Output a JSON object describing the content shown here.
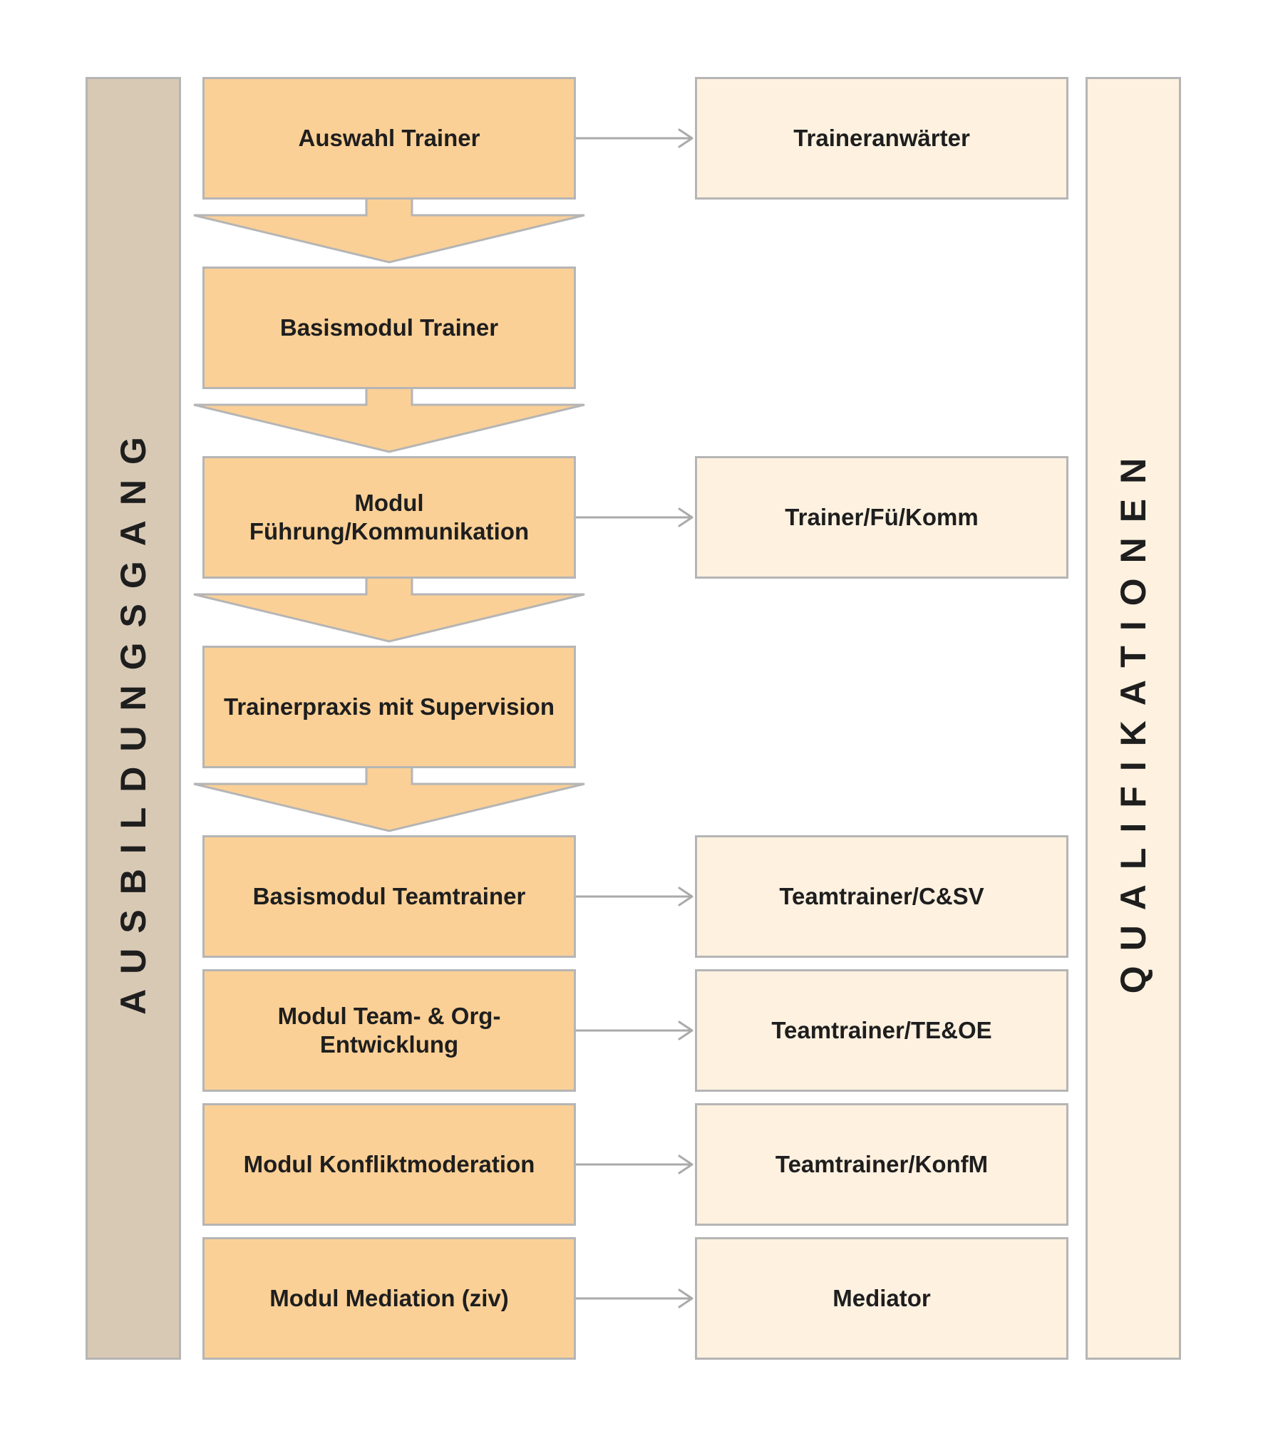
{
  "left_label": "AUSBILDUNGSGANG",
  "right_label": "QUALIFIKATIONEN",
  "colors": {
    "module_fill": "#fbd096",
    "qualification_fill": "#fff1e0",
    "left_bar_fill": "#d8c9b5",
    "border": "#b5b5b5",
    "connector": "#aaaaaa"
  },
  "modules": [
    {
      "lines": [
        "Auswahl Trainer"
      ]
    },
    {
      "lines": [
        "Basismodul Trainer"
      ]
    },
    {
      "lines": [
        "Modul",
        "Führung/Kommunikation"
      ]
    },
    {
      "lines": [
        "Trainerpraxis mit Supervision"
      ]
    },
    {
      "lines": [
        "Basismodul Teamtrainer"
      ]
    },
    {
      "lines": [
        "Modul Team- & Org-",
        "Entwicklung"
      ]
    },
    {
      "lines": [
        "Modul Konfliktmoderation"
      ]
    },
    {
      "lines": [
        "Modul Mediation (ziv)"
      ]
    }
  ],
  "qualifications": [
    {
      "label": "Traineranwärter",
      "module_index": 0
    },
    {
      "label": "Trainer/Fü/Komm",
      "module_index": 2
    },
    {
      "label": "Teamtrainer/C&SV",
      "module_index": 4
    },
    {
      "label": "Teamtrainer/TE&OE",
      "module_index": 5
    },
    {
      "label": "Teamtrainer/KonfM",
      "module_index": 6
    },
    {
      "label": "Mediator",
      "module_index": 7
    }
  ]
}
